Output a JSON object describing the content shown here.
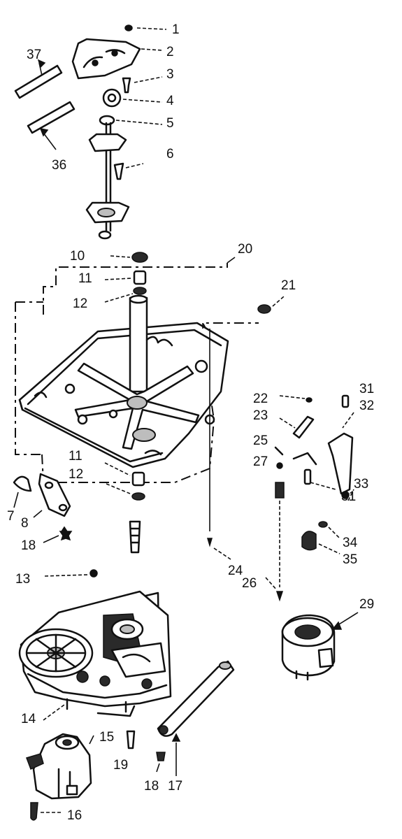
{
  "callouts": [
    {
      "id": "1",
      "label": "1"
    },
    {
      "id": "2",
      "label": "2"
    },
    {
      "id": "3",
      "label": "3"
    },
    {
      "id": "4",
      "label": "4"
    },
    {
      "id": "5",
      "label": "5"
    },
    {
      "id": "6",
      "label": "6"
    },
    {
      "id": "7",
      "label": "7"
    },
    {
      "id": "8",
      "label": "8"
    },
    {
      "id": "10",
      "label": "10"
    },
    {
      "id": "11a",
      "label": "11"
    },
    {
      "id": "12a",
      "label": "12"
    },
    {
      "id": "11b",
      "label": "11"
    },
    {
      "id": "12b",
      "label": "12"
    },
    {
      "id": "13",
      "label": "13"
    },
    {
      "id": "14",
      "label": "14"
    },
    {
      "id": "15",
      "label": "15"
    },
    {
      "id": "16",
      "label": "16"
    },
    {
      "id": "17",
      "label": "17"
    },
    {
      "id": "18a",
      "label": "18"
    },
    {
      "id": "18b",
      "label": "18"
    },
    {
      "id": "19",
      "label": "19"
    },
    {
      "id": "20",
      "label": "20"
    },
    {
      "id": "21",
      "label": "21"
    },
    {
      "id": "22",
      "label": "22"
    },
    {
      "id": "23",
      "label": "23"
    },
    {
      "id": "24",
      "label": "24"
    },
    {
      "id": "25",
      "label": "25"
    },
    {
      "id": "26",
      "label": "26"
    },
    {
      "id": "27",
      "label": "27"
    },
    {
      "id": "29",
      "label": "29"
    },
    {
      "id": "31a",
      "label": "31"
    },
    {
      "id": "31b",
      "label": "31"
    },
    {
      "id": "32",
      "label": "32"
    },
    {
      "id": "33",
      "label": "33"
    },
    {
      "id": "34",
      "label": "34"
    },
    {
      "id": "35",
      "label": "35"
    },
    {
      "id": "36",
      "label": "36"
    },
    {
      "id": "37",
      "label": "37"
    }
  ]
}
